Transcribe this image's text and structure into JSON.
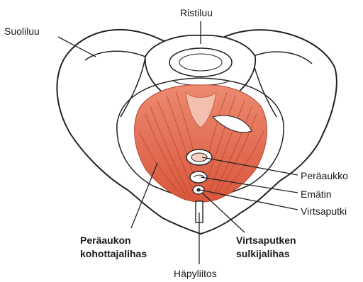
{
  "labels": {
    "ristiluu": "Ristiluu",
    "suoliluu": "Suoliluu",
    "peraaukko": "Peräaukko",
    "ematin": "Emätin",
    "virtsaputki": "Virtsaputki",
    "kohottajalihas_line1": "Peräaukon",
    "kohottajalihas_line2": "kohottajalihas",
    "sulkijalihas_line1": "Virtsaputken",
    "sulkijalihas_line2": "sulkijalihas",
    "hapyliitos": "Häpyliitos"
  },
  "colors": {
    "muscle": "#e8765e",
    "muscle_dark": "#c8482f",
    "outline": "#222222",
    "bone": "#ffffff"
  }
}
